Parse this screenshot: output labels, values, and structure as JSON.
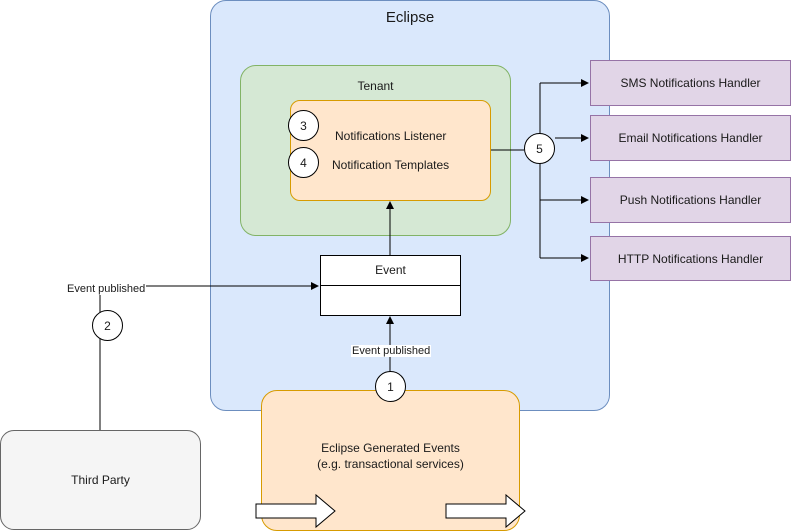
{
  "eclipse": {
    "title": "Eclipse"
  },
  "tenant": {
    "title": "Tenant"
  },
  "inner": {
    "listener": "Notifications Listener",
    "templates": "Notification Templates"
  },
  "event": {
    "title": "Event"
  },
  "handlers": [
    "SMS Notifications Handler",
    "Email Notifications Handler",
    "Push Notifications Handler",
    "HTTP Notifications Handler"
  ],
  "generated": {
    "line1": "Eclipse Generated Events",
    "line2": "(e.g. transactional services)"
  },
  "third_party": {
    "label": "Third Party"
  },
  "edge_labels": {
    "left": "Event published",
    "bottom": "Event published"
  },
  "steps": [
    "1",
    "2",
    "3",
    "4",
    "5"
  ],
  "colors": {
    "eclipse_fill": "#dae8fc",
    "tenant_fill": "#d5e8d4",
    "orange_fill": "#ffe6cc",
    "handler_fill": "#e1d5e7",
    "third_party_fill": "#f5f5f5"
  }
}
